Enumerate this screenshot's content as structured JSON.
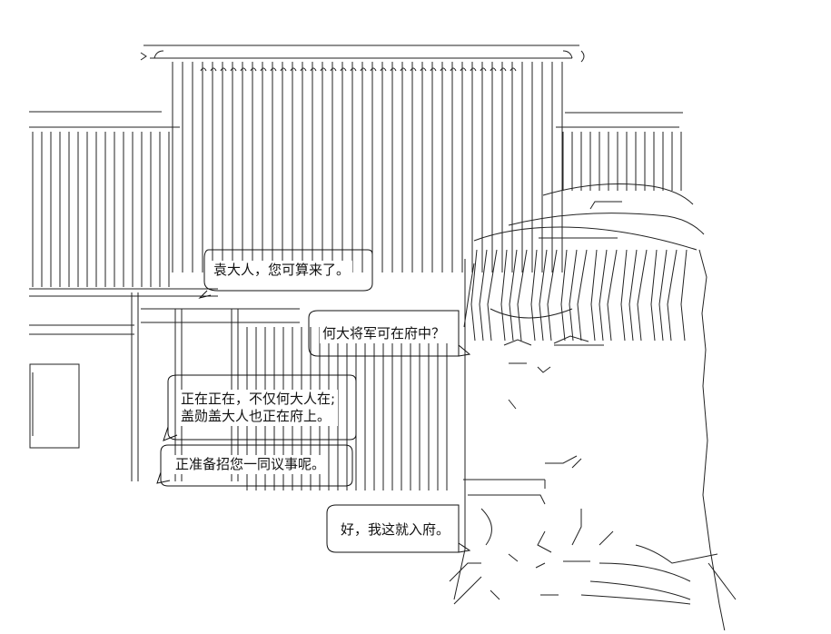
{
  "dialogue": {
    "line1": "袁大人，您可算来了。",
    "line2": "何大将军可在府中？",
    "line3a": "正在正在，不仅何大人在;",
    "line3b": "盖勋盖大人也正在府上。",
    "line4": "正准备招您一同议事呢。",
    "line5": "好，我这就入府。"
  }
}
